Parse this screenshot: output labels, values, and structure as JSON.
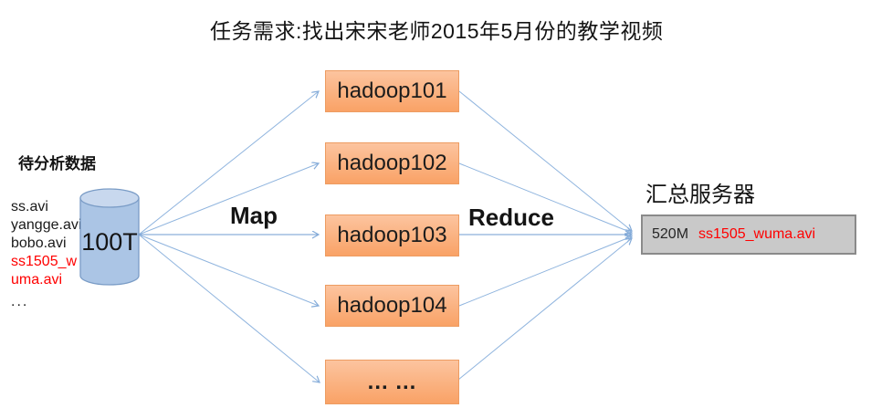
{
  "title": "任务需求:找出宋宋老师2015年5月份的教学视频",
  "source": {
    "label": "待分析数据",
    "cylinder_label": "100T",
    "files": [
      {
        "name": "ss.avi",
        "highlight": false
      },
      {
        "name": "yangge.avi",
        "highlight": false
      },
      {
        "name": "bobo.avi",
        "highlight": false
      },
      {
        "name": "ss1505_w",
        "highlight": true
      },
      {
        "name": "uma.avi",
        "highlight": true
      },
      {
        "name": "...",
        "highlight": false
      }
    ]
  },
  "map_label": "Map",
  "reduce_label": "Reduce",
  "map_nodes": [
    {
      "label": "hadoop101"
    },
    {
      "label": "hadoop102"
    },
    {
      "label": "hadoop103"
    },
    {
      "label": "hadoop104"
    },
    {
      "label": "... ..."
    }
  ],
  "summary": {
    "title": "汇总服务器",
    "size": "520M",
    "file": "ss1505_wuma.avi"
  },
  "colors": {
    "node_fill_top": "#fcc49f",
    "node_fill_bottom": "#f9a266",
    "node_border": "#ed9c62",
    "cylinder_body": "#abc5e5",
    "cylinder_top": "#c8d8ee",
    "cylinder_border": "#7a9cc6",
    "arrow": "#85acd9",
    "highlight_red": "#ff0000",
    "summary_fill": "#c9c9c9",
    "summary_border": "#8a8a8a",
    "text": "#141414"
  }
}
